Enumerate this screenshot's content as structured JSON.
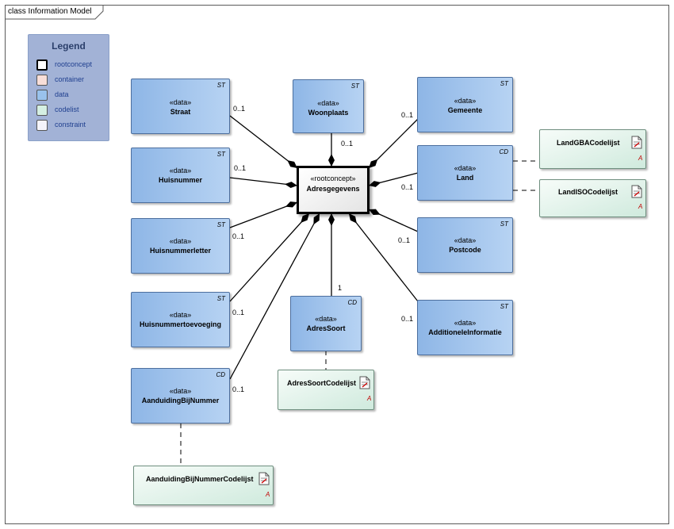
{
  "frame": {
    "title": "class Information Model"
  },
  "legend": {
    "title": "Legend",
    "items": [
      {
        "label": "rootconcept",
        "color": "#ffffff"
      },
      {
        "label": "container",
        "color": "#f8ded8"
      },
      {
        "label": "data",
        "color": "#99c2ec"
      },
      {
        "label": "codelist",
        "color": "#d5efe2"
      },
      {
        "label": "constraint",
        "color": "#f4f4fb"
      }
    ]
  },
  "root": {
    "stereotype": "«rootconcept»",
    "name": "Adresgegevens"
  },
  "classes": {
    "straat": {
      "stereotype": "«data»",
      "name": "Straat",
      "tag": "ST"
    },
    "woonplaats": {
      "stereotype": "«data»",
      "name": "Woonplaats",
      "tag": "ST"
    },
    "gemeente": {
      "stereotype": "«data»",
      "name": "Gemeente",
      "tag": "ST"
    },
    "huisnummer": {
      "stereotype": "«data»",
      "name": "Huisnummer",
      "tag": "ST"
    },
    "land": {
      "stereotype": "«data»",
      "name": "Land",
      "tag": "CD"
    },
    "huisnummerletter": {
      "stereotype": "«data»",
      "name": "Huisnummerletter",
      "tag": "ST"
    },
    "postcode": {
      "stereotype": "«data»",
      "name": "Postcode",
      "tag": "ST"
    },
    "huisnummertoevoeging": {
      "stereotype": "«data»",
      "name": "Huisnummertoevoeging",
      "tag": "ST"
    },
    "adressoort": {
      "stereotype": "«data»",
      "name": "AdresSoort",
      "tag": "CD"
    },
    "additioneleinformatie": {
      "stereotype": "«data»",
      "name": "AdditioneleInformatie",
      "tag": "ST"
    },
    "aanduidingbijnummer": {
      "stereotype": "«data»",
      "name": "AanduidingBijNummer",
      "tag": "CD"
    }
  },
  "codelists": {
    "landgba": {
      "name": "LandGBACodelijst",
      "mark": "A"
    },
    "landiso": {
      "name": "LandISOCodelijst",
      "mark": "A"
    },
    "adressoort": {
      "name": "AdresSoortCodelijst",
      "mark": "A"
    },
    "aanduiding": {
      "name": "AanduidingBijNummerCodelijst",
      "mark": "A"
    }
  },
  "multiplicities": {
    "straat": "0..1",
    "woonplaats": "0..1",
    "gemeente": "0..1",
    "huisnummer": "0..1",
    "land": "0..1",
    "huisnummerletter": "0..1",
    "postcode": "0..1",
    "huisnummertoevoeging": "0..1",
    "adressoort": "1",
    "additioneleinformatie": "0..1",
    "aanduidingbijnummer": "0..1"
  }
}
